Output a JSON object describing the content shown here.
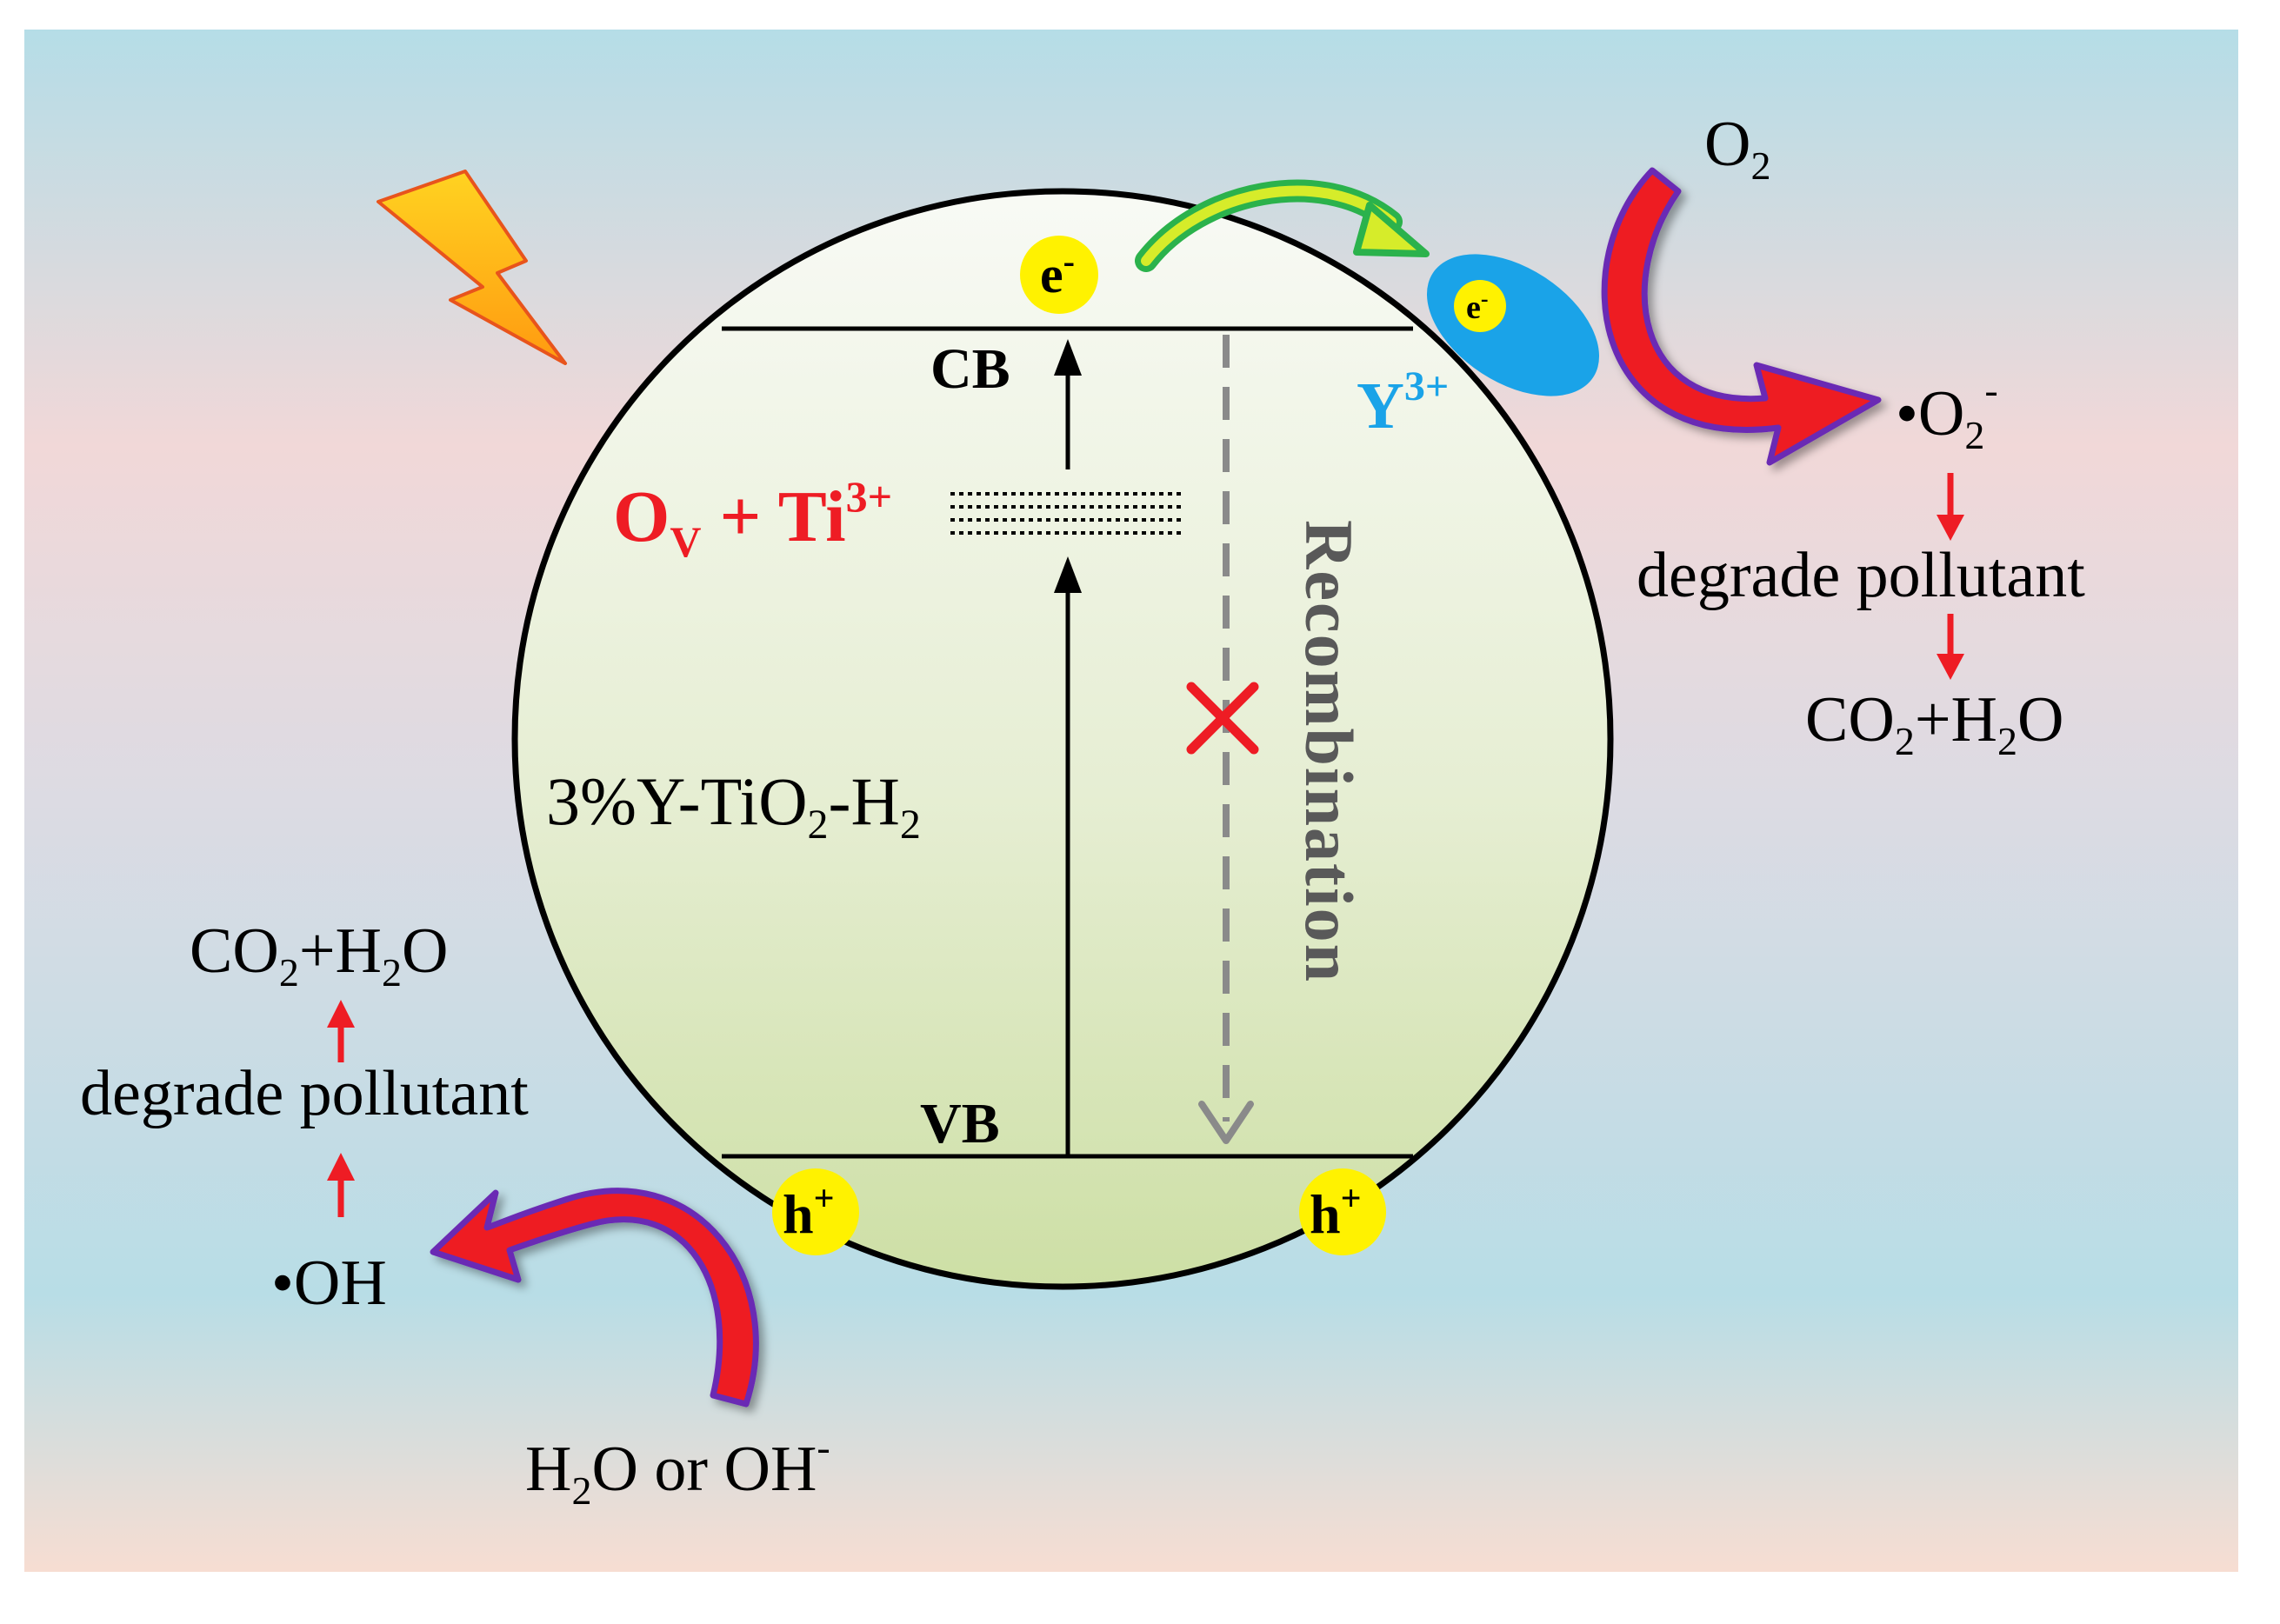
{
  "material_label": {
    "main": "3%Y-TiO",
    "sub1": "2",
    "mid": "-H",
    "sub2": "2"
  },
  "band_labels": {
    "cb": "CB",
    "vb": "VB"
  },
  "defect_label": {
    "o": "O",
    "o_sub": "V",
    "plus_ti": " + Ti",
    "ti_sup": "3+"
  },
  "recombination_label": "Recombination",
  "carriers": {
    "electron": "e",
    "electron_sup": "-",
    "hole": "h",
    "hole_sup": "+"
  },
  "yttrium_label": {
    "base": "Y",
    "sup": "3+"
  },
  "oxidant": {
    "base": "O",
    "sub": "2"
  },
  "superoxide": {
    "dot": "•O",
    "sub": "2",
    "sup": "-"
  },
  "hydroxyl": "•OH",
  "degrade_text": "degrade pollutant",
  "products": {
    "co": "CO",
    "co_sub": "2",
    "plus_h": "+H",
    "h_sub": "2",
    "o": "O"
  },
  "water_source": {
    "h": "H",
    "h_sub": "2",
    "rest": "O or OH",
    "sup": "-"
  },
  "colors": {
    "red": "#ee1c24",
    "blue": "#1aa3e8",
    "yellow": "#fff200",
    "purple": "#6a2bb4",
    "sphere_top": "#f7f9f4",
    "sphere_bottom": "#cfe0a8"
  }
}
